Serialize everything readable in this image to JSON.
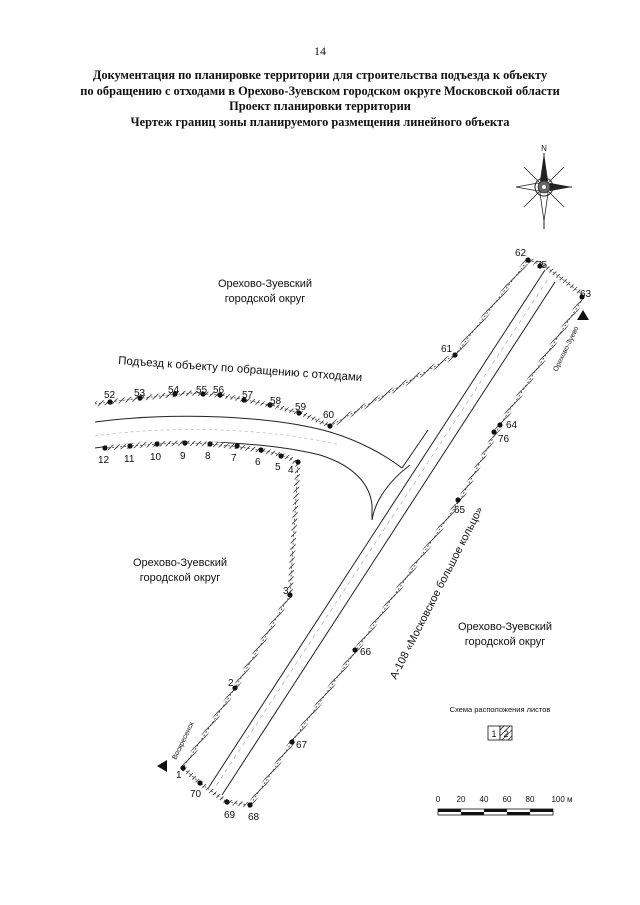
{
  "page_number": "14",
  "title_lines": [
    "Документация по планировке территории для строительства подъезда к объекту",
    "по обращению с отходами в Орехово-Зуевском городском округе Московской области",
    "Проект планировки территории",
    "Чертеж границ зоны планируемого размещения линейного объекта"
  ],
  "north_label": "N",
  "district_label_line1": "Орехово-Зуевский",
  "district_label_line2": "городской округ",
  "road_access_label": "Подъезд к объекту по обращению с отходами",
  "road_a108_label": "А-108 «Московское большое кольцо»",
  "dir_voskresensk": "Воскресенск",
  "dir_orekhovo": "Орехово-Зуево",
  "sheet_scheme_title": "Схема расположения листов",
  "sheet_1": "1",
  "sheet_2": "2",
  "scale_ticks": [
    "0",
    "20",
    "40",
    "60",
    "80",
    "100 м"
  ],
  "boundary_points": [
    "1",
    "2",
    "3",
    "4",
    "5",
    "6",
    "7",
    "8",
    "9",
    "10",
    "11",
    "12",
    "52",
    "53",
    "54",
    "55",
    "56",
    "57",
    "58",
    "59",
    "60",
    "61",
    "62",
    "63",
    "64",
    "65",
    "66",
    "67",
    "68",
    "69",
    "70",
    "75",
    "76"
  ]
}
